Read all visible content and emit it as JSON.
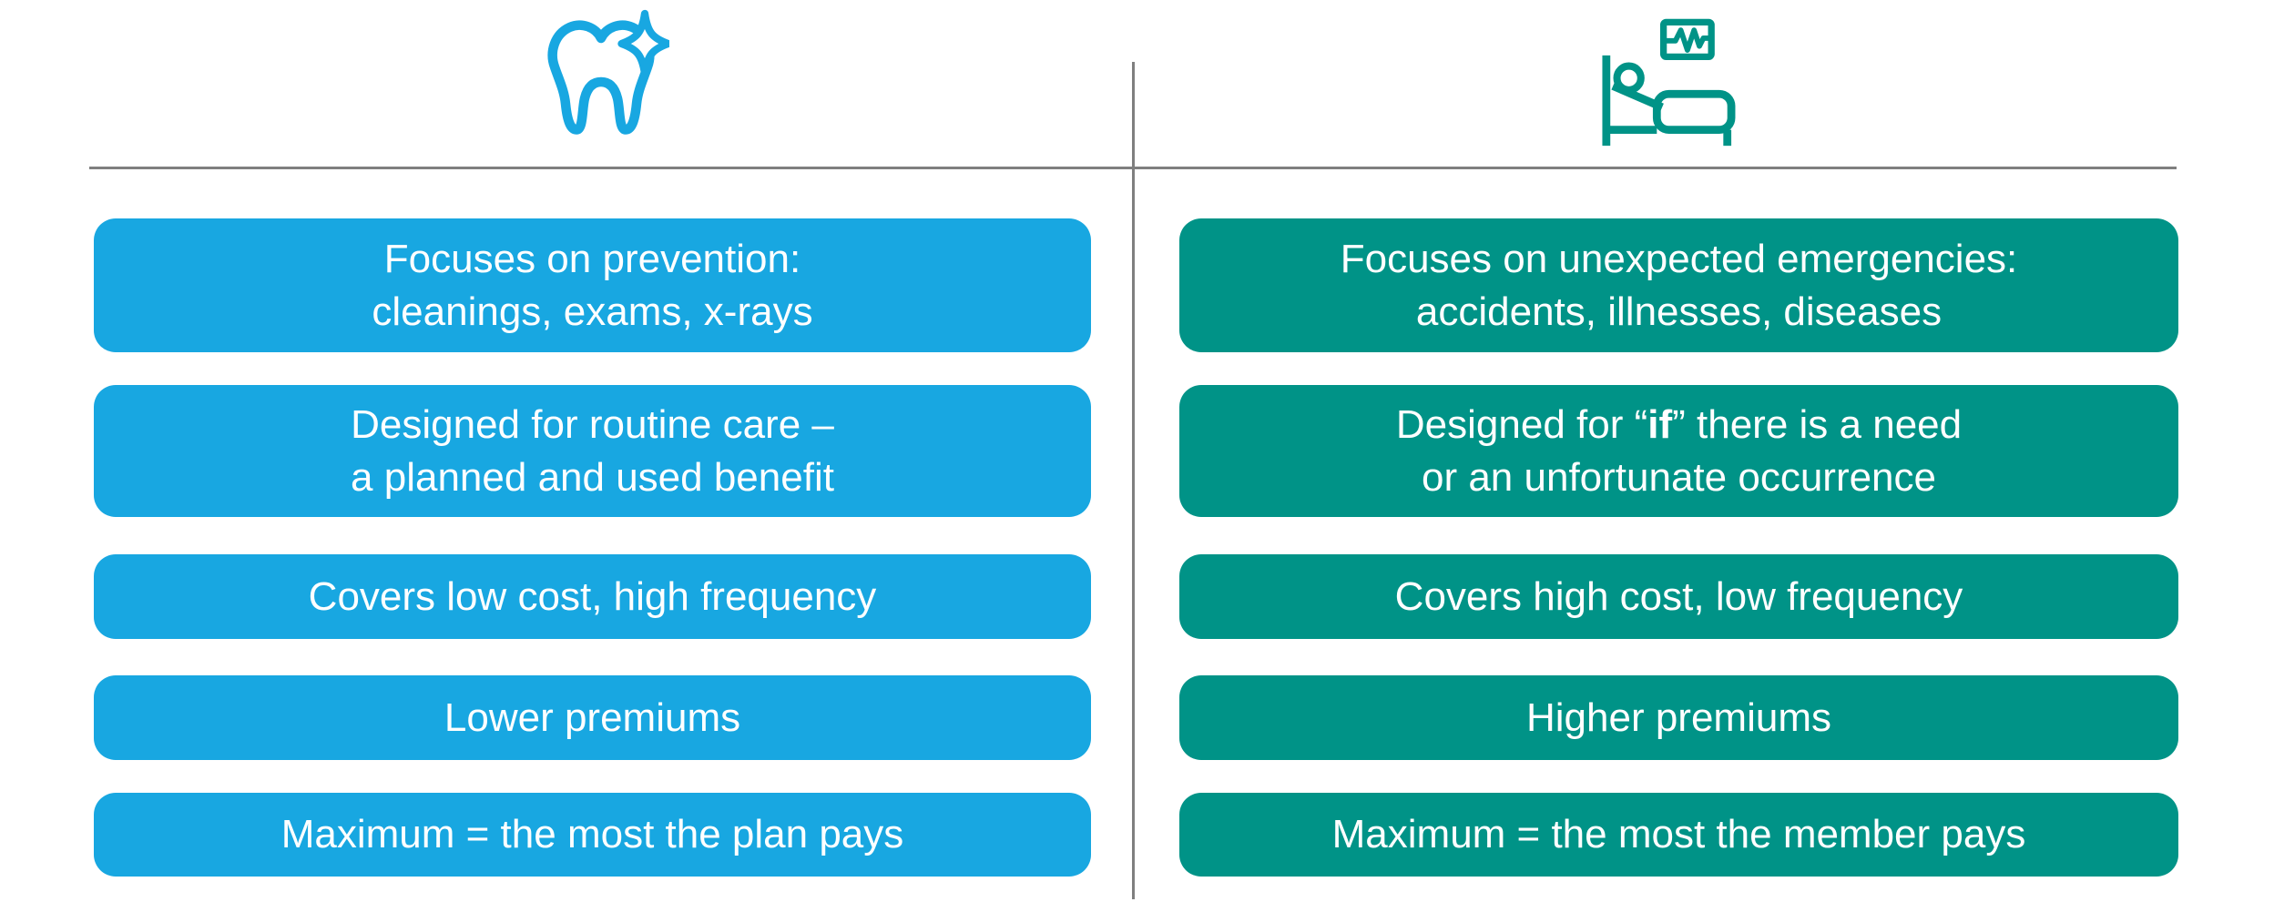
{
  "page": {
    "background": "#ffffff",
    "divider_color": "#7f7f7f"
  },
  "left_column": {
    "theme_color": "#18a7e1",
    "icon": "tooth-sparkle-icon",
    "items": [
      {
        "lines": [
          [
            {
              "t": "Focuses on prevention:"
            }
          ],
          [
            {
              "t": "cleanings, exams, x-rays"
            }
          ]
        ]
      },
      {
        "lines": [
          [
            {
              "t": "Designed for routine care –"
            }
          ],
          [
            {
              "t": "a planned and used benefit"
            }
          ]
        ]
      },
      {
        "lines": [
          [
            {
              "t": "Covers low cost, high frequency"
            }
          ]
        ]
      },
      {
        "lines": [
          [
            {
              "t": "Lower premiums"
            }
          ]
        ]
      },
      {
        "lines": [
          [
            {
              "t": "Maximum = the most the plan pays"
            }
          ]
        ]
      }
    ]
  },
  "right_column": {
    "theme_color": "#009387",
    "icon": "hospital-bed-icon",
    "items": [
      {
        "lines": [
          [
            {
              "t": "Focuses on unexpected emergencies:"
            }
          ],
          [
            {
              "t": "accidents, illnesses, diseases"
            }
          ]
        ]
      },
      {
        "lines": [
          [
            {
              "t": "Designed for “"
            },
            {
              "t": "if",
              "b": true
            },
            {
              "t": "” there is a need"
            }
          ],
          [
            {
              "t": "or an unfortunate occurrence"
            }
          ]
        ]
      },
      {
        "lines": [
          [
            {
              "t": "Covers high cost, low frequency"
            }
          ]
        ]
      },
      {
        "lines": [
          [
            {
              "t": "Higher premiums"
            }
          ]
        ]
      },
      {
        "lines": [
          [
            {
              "t": "Maximum = the most the member pays"
            }
          ]
        ]
      }
    ]
  }
}
